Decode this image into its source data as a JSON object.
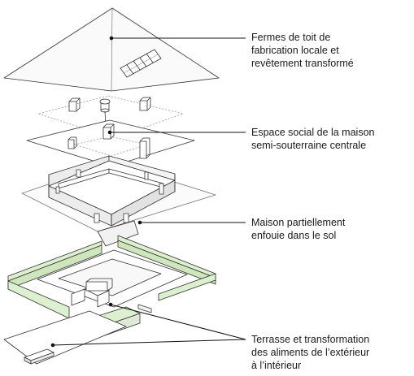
{
  "labels": {
    "roof": [
      "Fermes de toit de",
      "fabrication locale et",
      "revêtement transformé"
    ],
    "social": [
      "Espace social de la maison",
      "semi-souterraine centrale"
    ],
    "house": [
      "Maison partiellement",
      "enfouie dans le sol"
    ],
    "terrace": [
      "Terrasse et transformation",
      "des aliments de l’extérieur",
      "à l’intérieur"
    ]
  },
  "colors": {
    "line": "#333333",
    "green": "#dcefcf",
    "wall_side": "#ececec",
    "wall_top": "#ffffff"
  }
}
